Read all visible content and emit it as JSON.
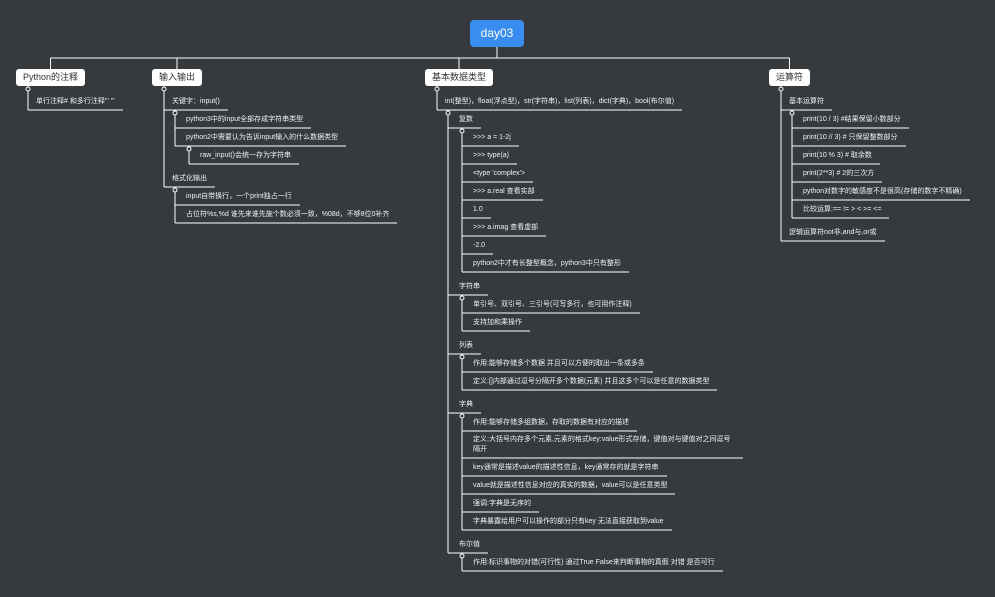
{
  "root": {
    "label": "day03"
  },
  "branches": {
    "comments": {
      "label": "Python的注释",
      "items": [
        "单行注释# 和多行注释''' '''"
      ]
    },
    "io": {
      "label": "输入输出",
      "keyword": "关键字：input()",
      "keyword_items": [
        "python3中的input全部存成字符串类型",
        "python2中需要认为告诉input输入的什么数据类型"
      ],
      "raw_input": "raw_input()会统一存为字符串",
      "format": "格式化输出",
      "format_items": [
        "input自带换行，一个print独占一行",
        "占位符%s,%d 谁先来谁先施个数必须一致，%08d，不够8位0补齐"
      ]
    },
    "types": {
      "label": "基本数据类型",
      "header": "int(整型)，float(浮点型)，str(字符串)，list(列表)，dict(字典)，bool(布尔值)",
      "complex": {
        "label": "复数",
        "items": [
          ">>> a = 1-2j",
          ">>> type(a)",
          "<type 'complex'>",
          ">>> a.real 查看实部",
          "1.0",
          ">>> a.imag 查看虚部",
          "-2.0",
          "python2中才有长整型概念，python3中只有整形"
        ]
      },
      "string": {
        "label": "字符串",
        "items": [
          "单引号、双引号、三引号(可写多行，也可用作注释)",
          "支持加和乘操作"
        ]
      },
      "list": {
        "label": "列表",
        "items": [
          "作用:能够存储多个数据 并且可以方便的取出一条或多条",
          "定义:[]内部通过逗号分隔开多个数据(元素) 并且这多个可以是任意的数据类型"
        ]
      },
      "dict": {
        "label": "字典",
        "items": [
          "作用:能够存储多组数据，存取的数据有对应的描述",
          "定义:大括号内存多个元素,元素的格式key:value形式存储，键值对与键值对之间逗号隔开",
          "key通常是描述value的描述性信息，key通常存的就是字符串",
          "value就是描述性信息对应的真实的数据，value可以是任意类型",
          "强调:字典是无序的",
          "字典暴露给用户可以操作的部分只有key 无法直接获取到value"
        ]
      },
      "bool": {
        "label": "布尔值",
        "items": [
          "作用:标识事物的对错(可行性) 通过True False来判断事物的真假 对错 是否可行"
        ]
      }
    },
    "operators": {
      "label": "运算符",
      "basic": "基本运算符",
      "basic_items": [
        "print(10 / 3) #结果保留小数部分",
        "print(10 // 3) # 只保留整数部分",
        "print(10 % 3) # 取余数",
        "print(2**3)  # 2的三次方",
        "python对数字的敏感度不是很高(存储的数字不精确)",
        "比较运算:== != > < >= <="
      ],
      "logic": "逻辑运算符not非,and与,or或"
    }
  }
}
